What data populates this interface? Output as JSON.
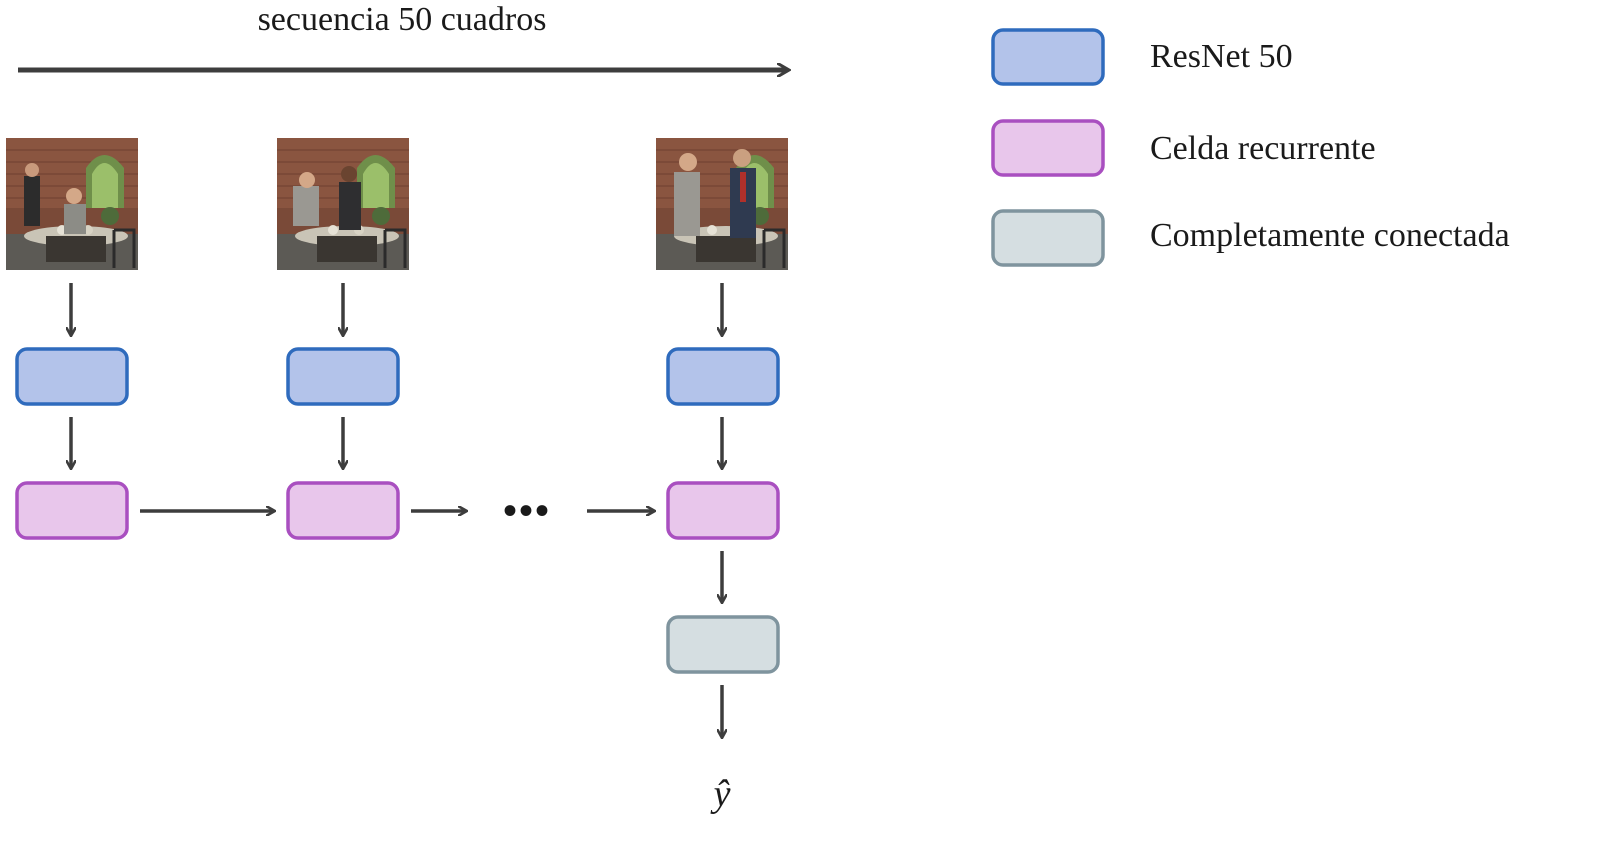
{
  "top_label": "secuencia 50 cuadros",
  "legend": [
    {
      "label": "ResNet 50",
      "type": "resnet"
    },
    {
      "label": "Celda recurrente",
      "type": "recurrent"
    },
    {
      "label": "Completamente conectada",
      "type": "fc"
    }
  ],
  "ellipsis": "•••",
  "output_label": "ŷ",
  "frames": [
    {
      "name": "frame-first"
    },
    {
      "name": "frame-second"
    },
    {
      "name": "frame-last"
    }
  ],
  "colors": {
    "arrow": "#3d3d3d",
    "resnet_fill": "#b3c3ea",
    "resnet_stroke": "#2f6bbd",
    "recurrent_fill": "#e8c6eb",
    "recurrent_stroke": "#a94fc0",
    "fc_fill": "#d5dee1",
    "fc_stroke": "#7f949e"
  }
}
